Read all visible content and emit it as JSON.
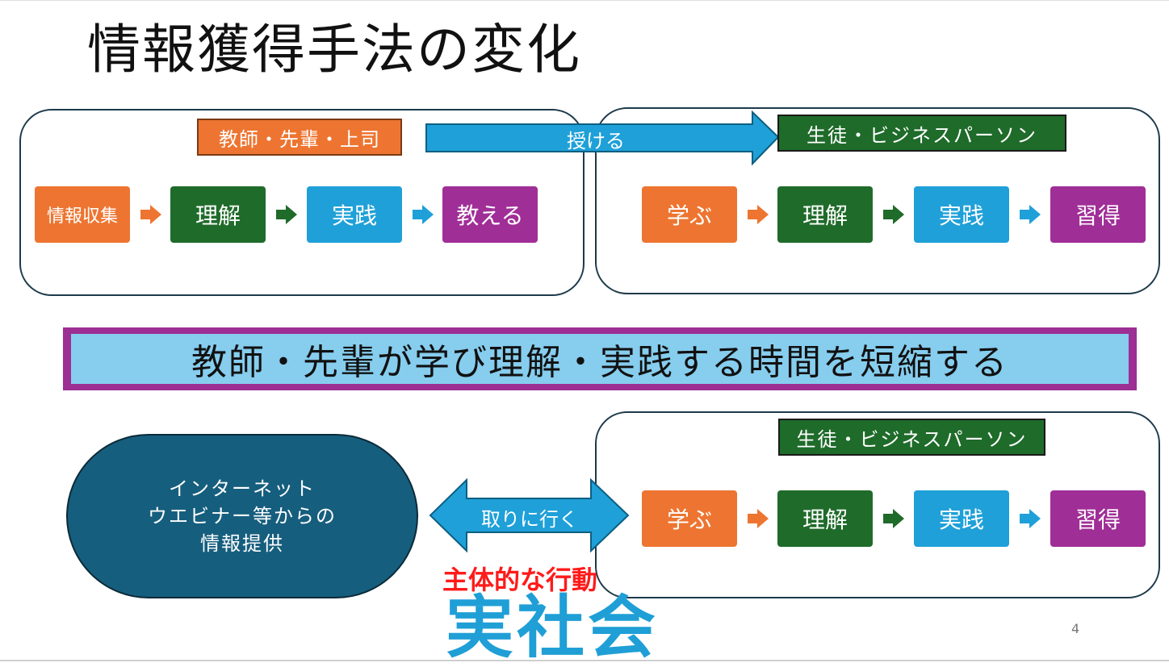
{
  "title": "情報獲得手法の変化",
  "top_left": {
    "header": "教師・先輩・上司",
    "steps": [
      "情報収集",
      "理解",
      "実践",
      "教える"
    ]
  },
  "transfer_arrow": "授ける",
  "top_right": {
    "header": "生徒・ビジネスパーソン",
    "steps": [
      "学ぶ",
      "理解",
      "実践",
      "習得"
    ]
  },
  "banner": "教師・先輩が学び理解・実践する時間を短縮する",
  "internet_source": {
    "line1": "インターネット",
    "line2": "ウエビナー等からの",
    "line3": "情報提供"
  },
  "fetch_arrow": "取りに行く",
  "bottom_right": {
    "header": "生徒・ビジネスパーソン",
    "steps": [
      "学ぶ",
      "理解",
      "実践",
      "習得"
    ]
  },
  "proactive_label": "主体的な行動",
  "society_label": "実社会",
  "page_number": "4",
  "colors": {
    "orange": "#ed7531",
    "green": "#1f6b2a",
    "blue": "#1fa0d8",
    "purple": "#a02e97",
    "banner_border": "#9c2e94",
    "banner_fill": "#86cdee",
    "pill": "#165e7e",
    "red": "#ff1a1a",
    "society_blue": "#1f9fd6"
  }
}
